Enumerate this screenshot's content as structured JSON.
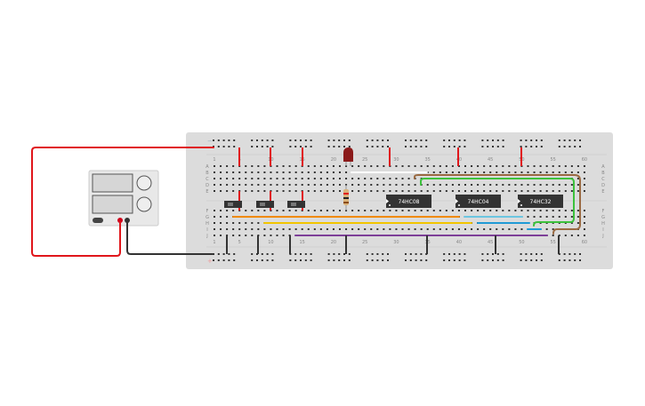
{
  "breadboard": {
    "row_letters_top": [
      "A",
      "B",
      "C",
      "D",
      "E"
    ],
    "row_letters_bottom": [
      "F",
      "G",
      "H",
      "I",
      "J"
    ],
    "column_numbers": [
      "1",
      "5",
      "10",
      "15",
      "20",
      "25",
      "30",
      "35",
      "40",
      "45",
      "50",
      "55",
      "60"
    ],
    "rail_minus": "−",
    "rail_plus": "+"
  },
  "chips": [
    {
      "label": "74HC08"
    },
    {
      "label": "74HC04"
    },
    {
      "label": "74HC32"
    }
  ],
  "power_supply": {
    "terminal_positive_color": "#d0021b",
    "terminal_negative_color": "#333333"
  },
  "colors": {
    "board": "#dcdcdc",
    "red_wire": "#e0161b",
    "black_wire": "#333333",
    "orange_wire": "#f08a00",
    "yellow_wire": "#f2c500",
    "light_blue_wire": "#6cc6e0",
    "blue_wire": "#1f9ad6",
    "purple_wire": "#7d3f98",
    "green_wire": "#3cc13c",
    "brown_wire": "#9a6a42",
    "white_wire": "#ffffff"
  }
}
